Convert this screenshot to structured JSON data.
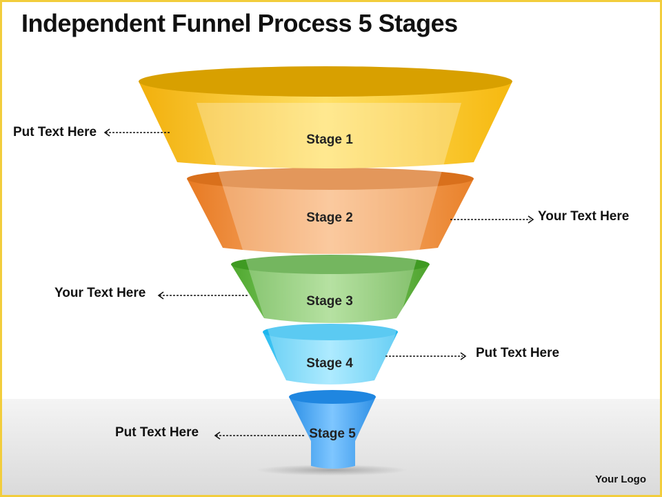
{
  "title": "Independent Funnel Process 5 Stages",
  "stages": [
    "Stage 1",
    "Stage 2",
    "Stage 3",
    "Stage 4",
    "Stage 5"
  ],
  "callouts": [
    "Put Text Here",
    "Your Text Here",
    "Your Text Here",
    "Put Text Here",
    "Put Text Here"
  ],
  "logo": "Your Logo",
  "colors": {
    "stage1": "#f9c21c",
    "stage2": "#f08c30",
    "stage3": "#5cb43a",
    "stage4": "#3ec8f4",
    "stage5": "#3fa2ee",
    "border": "#f2cd3c"
  }
}
